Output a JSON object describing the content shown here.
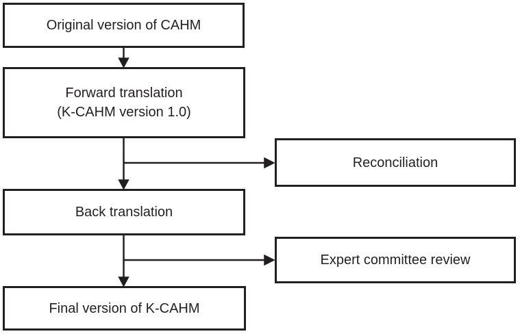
{
  "diagram": {
    "type": "flowchart",
    "nodes": {
      "original": {
        "label": "Original version of CAHM"
      },
      "forward": {
        "line1": "Forward translation",
        "line2": "(K-CAHM version 1.0)"
      },
      "reconciliation": {
        "label": "Reconciliation"
      },
      "back": {
        "label": "Back translation"
      },
      "expert": {
        "label": "Expert committee review"
      },
      "final": {
        "label": "Final version of K-CAHM"
      }
    },
    "edges": [
      {
        "from": "original",
        "to": "forward",
        "style": "arrow-down"
      },
      {
        "from": "forward",
        "to": "back",
        "style": "arrow-down"
      },
      {
        "from": "forward",
        "to": "reconciliation",
        "style": "arrow-right-branch"
      },
      {
        "from": "back",
        "to": "final",
        "style": "arrow-down"
      },
      {
        "from": "back",
        "to": "expert",
        "style": "arrow-right-branch"
      }
    ],
    "colors": {
      "line": "#231f20",
      "text": "#231f20",
      "background": "#ffffff"
    }
  }
}
